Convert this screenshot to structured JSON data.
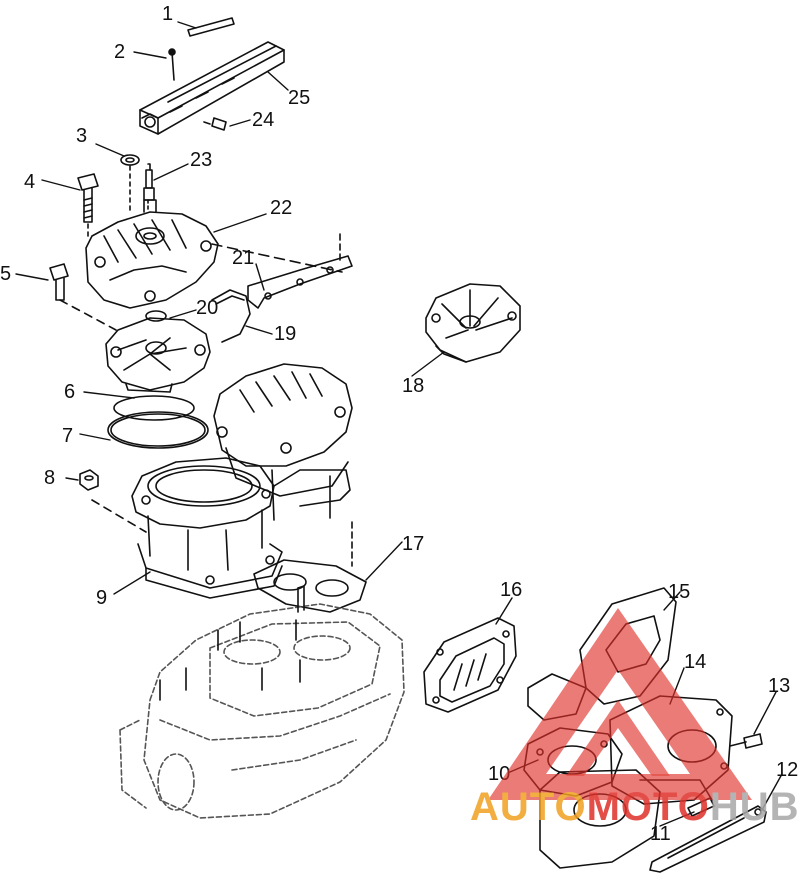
{
  "callouts": [
    "1",
    "2",
    "3",
    "4",
    "5",
    "6",
    "7",
    "8",
    "9",
    "10",
    "11",
    "12",
    "13",
    "14",
    "15",
    "16",
    "17",
    "18",
    "19",
    "20",
    "21",
    "22",
    "23",
    "24",
    "25"
  ],
  "watermark": {
    "part1": "AUTO",
    "part2": "MOTO",
    "part3": "HUB"
  },
  "colors": {
    "line": "#111111",
    "watermark_red": "#e0302a",
    "watermark_orange": "#f0a020",
    "watermark_grey": "#a8a8a8"
  }
}
